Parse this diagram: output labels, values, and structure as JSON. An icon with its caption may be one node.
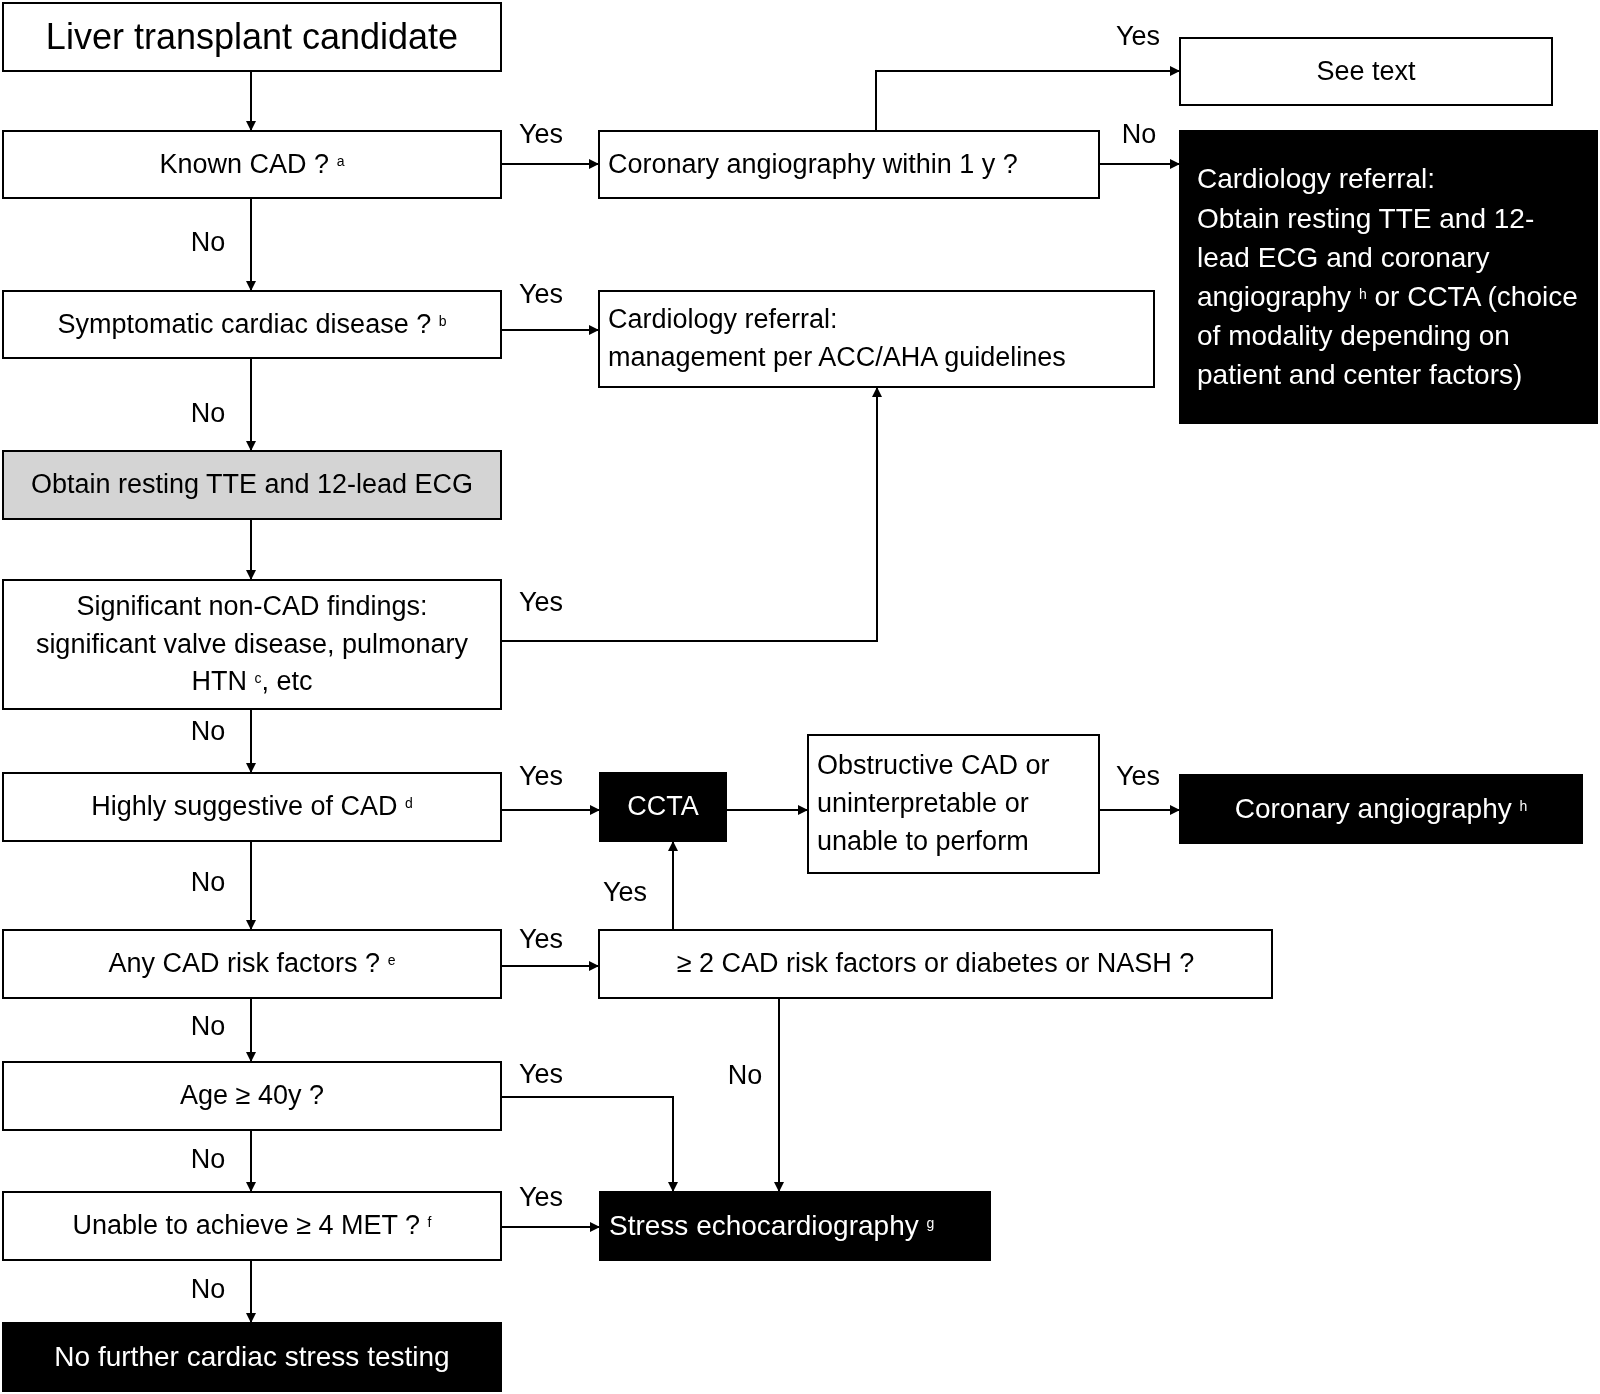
{
  "diagram": {
    "nodes": [
      {
        "text": [
          "Liver transplant candidate"
        ]
      },
      {
        "text": [
          "See text"
        ]
      },
      {
        "text": [
          "Known CAD ? $^{a}$"
        ]
      },
      {
        "text": [
          "Coronary angiography within 1 y ?"
        ]
      },
      {
        "text": [
          "Cardiology referral:",
          "Obtain resting TTE and 12-lead ECG and coronary angiography $^{h}$ or CCTA (choice of modality depending on patient and center factors)"
        ]
      },
      {
        "text": [
          "Symptomatic cardiac disease ? $^{b}$"
        ]
      },
      {
        "text": [
          "Cardiology referral:",
          "management per ACC/AHA guidelines"
        ]
      },
      {
        "text": [
          "Obtain resting TTE and 12-lead ECG"
        ]
      },
      {
        "text": [
          "Significant non-CAD findings:",
          "significant valve disease, pulmonary HTN $^{c}$, etc"
        ]
      },
      {
        "text": [
          "Highly suggestive of CAD $^{d}$"
        ]
      },
      {
        "text": [
          "CCTA"
        ]
      },
      {
        "text": [
          "Obstructive CAD or uninterpretable or unable to perform"
        ]
      },
      {
        "text": [
          "Coronary angiography $^{h}$"
        ]
      },
      {
        "text": [
          "Any CAD risk factors ? $^{e}$"
        ]
      },
      {
        "text": [
          "≥ 2 CAD risk factors or diabetes or NASH ?"
        ]
      },
      {
        "text": [
          "Age ≥ 40y ?"
        ]
      },
      {
        "text": [
          "Unable to achieve ≥ 4 MET ? $^{f}$"
        ]
      },
      {
        "text": [
          "Stress echocardiography $^{g}$"
        ]
      },
      {
        "text": [
          "No further cardiac stress testing"
        ]
      }
    ],
    "edges": [
      {
        "from": 0,
        "to": 2,
        "arrow": "to"
      },
      {
        "from": 2,
        "to": 3,
        "arrow": "to",
        "label": "Yes"
      },
      {
        "from": 2,
        "to": 5,
        "arrow": "to",
        "label": "No"
      },
      {
        "from": 3,
        "to": 1,
        "arrow": "to",
        "label": "Yes"
      },
      {
        "from": 3,
        "to": 4,
        "arrow": "to",
        "label": "No"
      },
      {
        "from": 5,
        "to": 6,
        "arrow": "to",
        "label": "Yes"
      },
      {
        "from": 5,
        "to": 7,
        "arrow": "to",
        "label": "No"
      },
      {
        "from": 7,
        "to": 8,
        "arrow": "to"
      },
      {
        "from": 8,
        "to": 6,
        "arrow": "to",
        "label": "Yes"
      },
      {
        "from": 8,
        "to": 9,
        "arrow": "to",
        "label": "No"
      },
      {
        "from": 9,
        "to": 10,
        "arrow": "to",
        "label": "Yes"
      },
      {
        "from": 10,
        "to": 11,
        "arrow": "to"
      },
      {
        "from": 11,
        "to": 12,
        "arrow": "to",
        "label": "Yes"
      },
      {
        "from": 9,
        "to": 13,
        "arrow": "to",
        "label": "No"
      },
      {
        "from": 13,
        "to": 14,
        "arrow": "to",
        "label": "Yes"
      },
      {
        "from": 14,
        "to": 10,
        "arrow": "to",
        "label": "Yes"
      },
      {
        "from": 14,
        "to": 17,
        "arrow": "to",
        "label": "No"
      },
      {
        "from": 13,
        "to": 15,
        "arrow": "to",
        "label": "No"
      },
      {
        "from": 15,
        "to": 17,
        "arrow": "to",
        "label": "Yes"
      },
      {
        "from": 15,
        "to": 16,
        "arrow": "to",
        "label": "No"
      },
      {
        "from": 16,
        "to": 17,
        "arrow": "to",
        "label": "Yes"
      },
      {
        "from": 16,
        "to": 18,
        "arrow": "to",
        "label": "No"
      }
    ]
  }
}
